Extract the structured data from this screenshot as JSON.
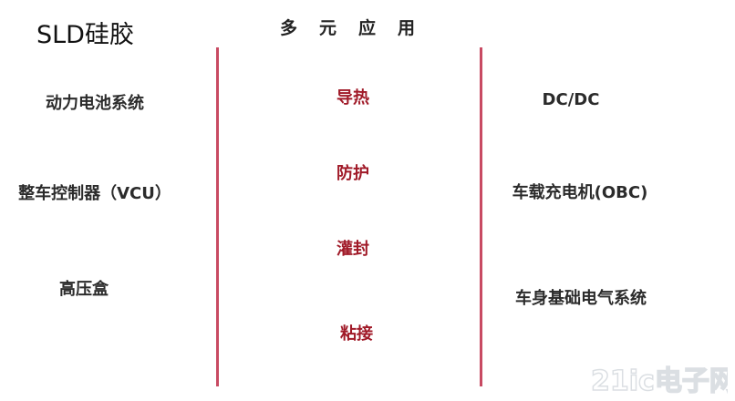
{
  "title": "SLD硅胶",
  "header": "多元应用",
  "left_items": [
    "动力电池系统",
    "整车控制器（VCU）",
    "高压盒"
  ],
  "middle_items": [
    "导热",
    "防护",
    "灌封",
    "粘接"
  ],
  "right_items": [
    "DC/DC",
    "车载充电机(OBC)",
    "车身基础电气系统"
  ],
  "watermark": "21ic电子网",
  "colors": {
    "divider": "#c84a62",
    "middle_text": "#a01a28",
    "text": "#2b2b2b"
  }
}
